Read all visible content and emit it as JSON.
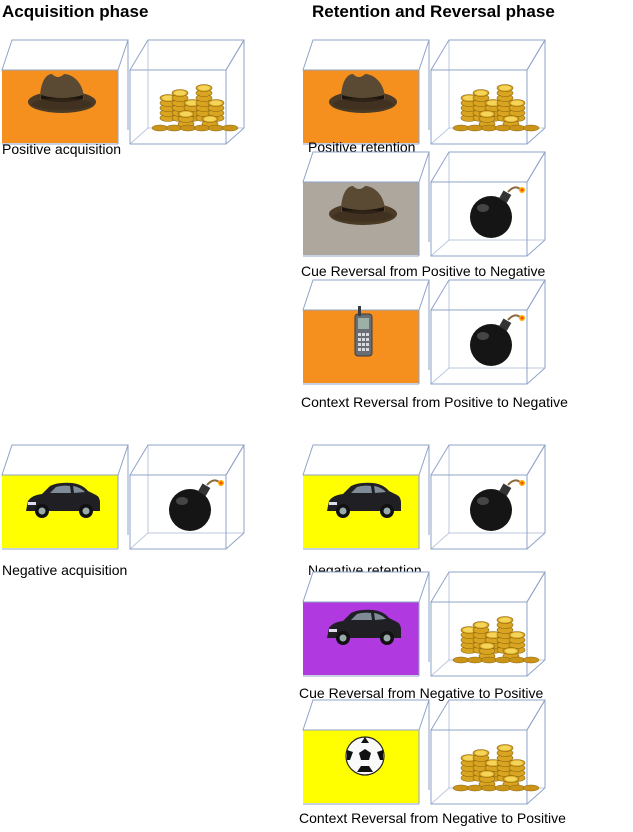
{
  "headings": {
    "acquisition": "Acquisition phase",
    "retention": "Retention and Reversal phase"
  },
  "colors": {
    "orange": "#f5901e",
    "gray": "#aea79d",
    "yellow": "#ffff00",
    "purple": "#b03ae0",
    "box_line": "#8fa3c8"
  },
  "trials": [
    {
      "id": "positive-acquisition",
      "label": "Positive acquisition",
      "context": "orange",
      "cue": "hat",
      "outcome": "coins"
    },
    {
      "id": "positive-retention",
      "label": "Positive retention",
      "context": "orange",
      "cue": "hat",
      "outcome": "coins"
    },
    {
      "id": "cue-reversal-pos-neg",
      "label": "Cue Reversal from Positive to Negative",
      "context": "gray",
      "cue": "hat",
      "outcome": "bomb"
    },
    {
      "id": "context-reversal-pos-neg",
      "label": "Context Reversal from Positive to  Negative",
      "context": "orange",
      "cue": "phone",
      "outcome": "bomb"
    },
    {
      "id": "negative-acquisition",
      "label": "Negative acquisition",
      "context": "yellow",
      "cue": "car",
      "outcome": "bomb"
    },
    {
      "id": "negative-retention",
      "label": "Negative retention",
      "context": "yellow",
      "cue": "car",
      "outcome": "bomb"
    },
    {
      "id": "cue-reversal-neg-pos",
      "label": "Cue Reversal from Negative to Positive",
      "context": "purple",
      "cue": "car",
      "outcome": "coins"
    },
    {
      "id": "context-reversal-neg-pos",
      "label": "Context Reversal from Negative to Positive",
      "context": "yellow",
      "cue": "ball",
      "outcome": "coins"
    }
  ]
}
